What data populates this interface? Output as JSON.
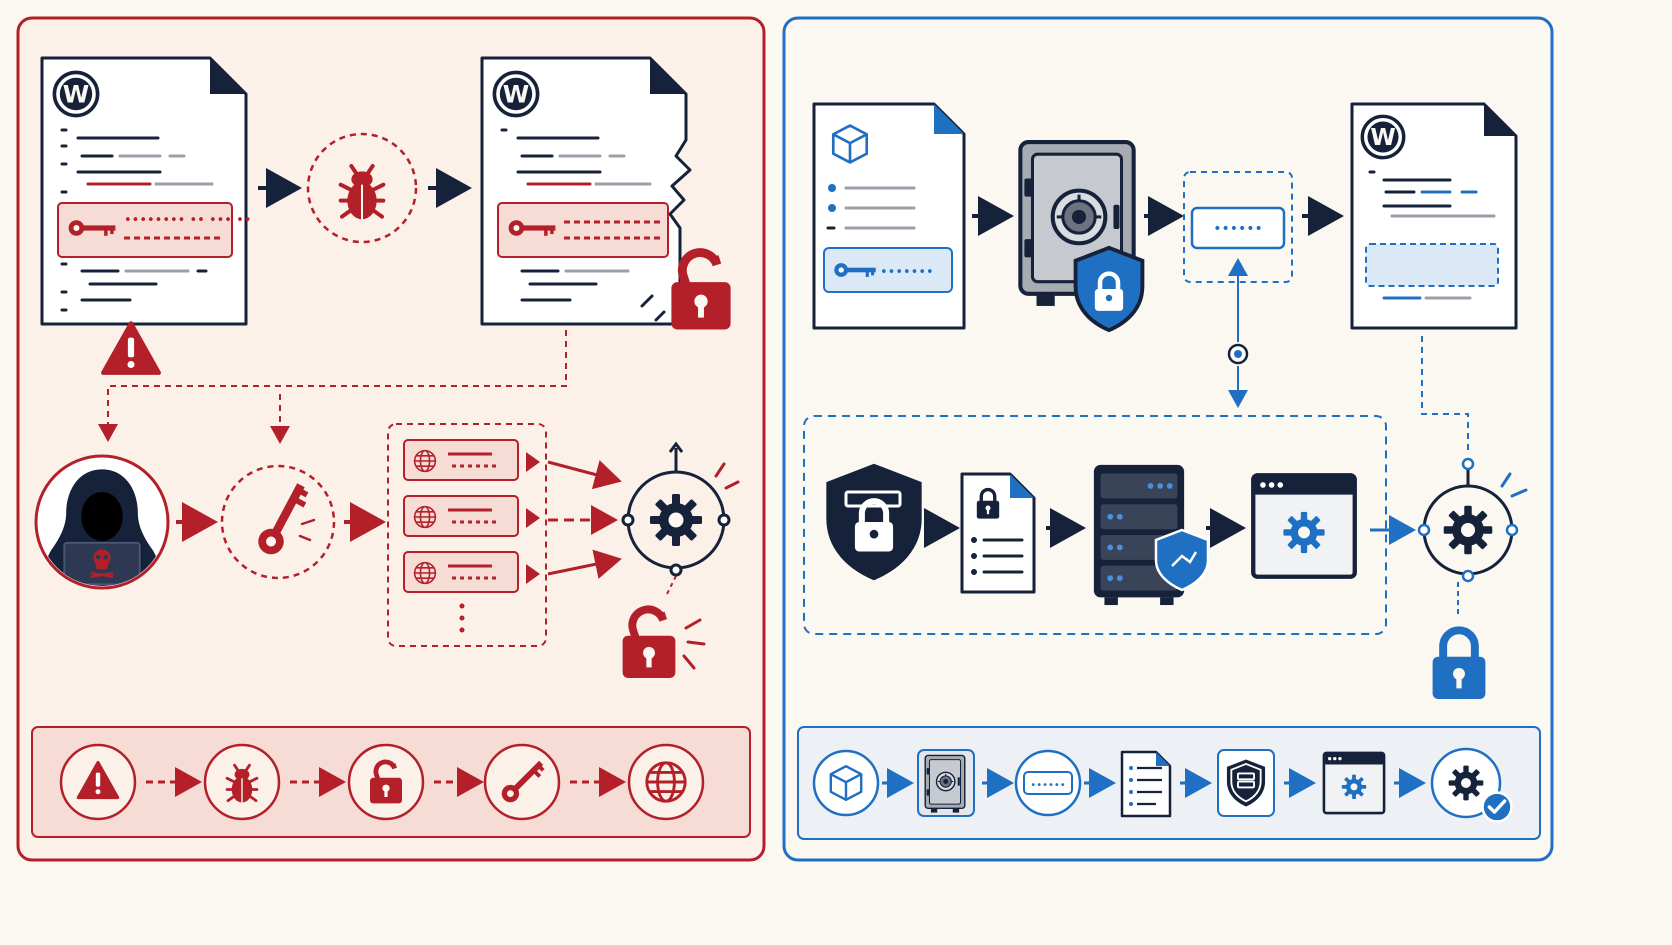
{
  "colors": {
    "danger": "#b3202a",
    "danger_light": "#f6dcd5",
    "secure": "#1f6fc2",
    "secure_light": "#dbe9f6",
    "navy": "#16213a",
    "gray": "#9aa0a8",
    "paper": "#fbf8f1"
  },
  "icons": {
    "wordpress": "wordpress-logo-icon",
    "key": "key-icon",
    "bug": "bug-icon",
    "warning": "warning-icon",
    "hacker": "hooded-hacker-icon",
    "skull": "skull-icon",
    "globe": "globe-icon",
    "gear": "gear-icon",
    "lock": "padlock-icon",
    "unlock": "open-padlock-icon",
    "vault": "safe-vault-icon",
    "shield": "shield-icon",
    "cube": "cube-icon",
    "server": "server-rack-icon",
    "browser": "browser-window-icon",
    "check": "check-badge-icon"
  },
  "insecure_flow": [
    "warning",
    "bug",
    "unlock",
    "key",
    "globe"
  ],
  "secure_flow": [
    "cube",
    "vault",
    "token",
    "document",
    "shield",
    "settings-window",
    "verified-gear"
  ],
  "secret_masks": {
    "leaked_key": "•••••••• •• ••• ••",
    "env_key": "•••••••",
    "vault_token": "••••••",
    "summary_token": "••••••"
  }
}
